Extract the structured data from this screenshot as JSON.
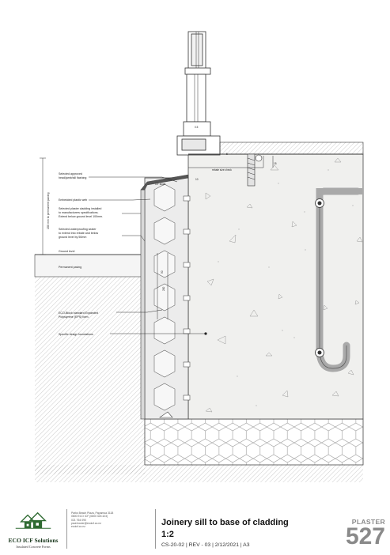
{
  "drawing": {
    "labels": {
      "flashing": [
        "Selected approved",
        "head/jamb/sill flashing"
      ],
      "plastic_web": "Embedded plastic web",
      "cladding": [
        "Selected plaster cladding installed",
        "to manufacturers specifications.",
        "Extend below ground level 100mm."
      ],
      "sealer": [
        "Selected waterproofing sealer",
        "to extend into rebate and below",
        "ground level by 50mm"
      ],
      "ground_level": "Ground level",
      "paving": "Permanent paving",
      "eps": [
        "ECO-Block standard Expanded",
        "Polystyrene (EPS) form."
      ],
      "foundations": "Specific design foundations",
      "rebate_check": "rebate size check",
      "slope": "15° slope",
      "vertical_dim": "150 min to permanent paving"
    },
    "dims": {
      "d_top_frame": "0.5",
      "d_rebate": "10",
      "d_edge": "15",
      "d_web_a": "50",
      "d_web_b": "200",
      "d_sill_gap": "5"
    }
  },
  "footer": {
    "logo": {
      "name": "ECO ICF Solutions",
      "tagline": "Insulated Concrete Forms",
      "icon": "house-roofs-logo"
    },
    "contact_lines": [
      "Parks Beach Plaza, Papamoa 3118",
      "0800 ECO ICF (0800 326 423)",
      "021 764 090",
      "paul.bower@ecoicf.co.nz",
      "ecoicf.co.nz"
    ],
    "title": "Joinery sill to base of cladding",
    "scale": "1:2",
    "meta": "CS-20-02  |  REV - 03  |  2/12/2021  |  A3",
    "section": "PLASTER",
    "number": "527"
  },
  "colors": {
    "concrete": "#f0f0ee",
    "insulation": "#e7e7e7",
    "rebar": "#a9a9a9",
    "logo_green": "#2e6a31"
  }
}
